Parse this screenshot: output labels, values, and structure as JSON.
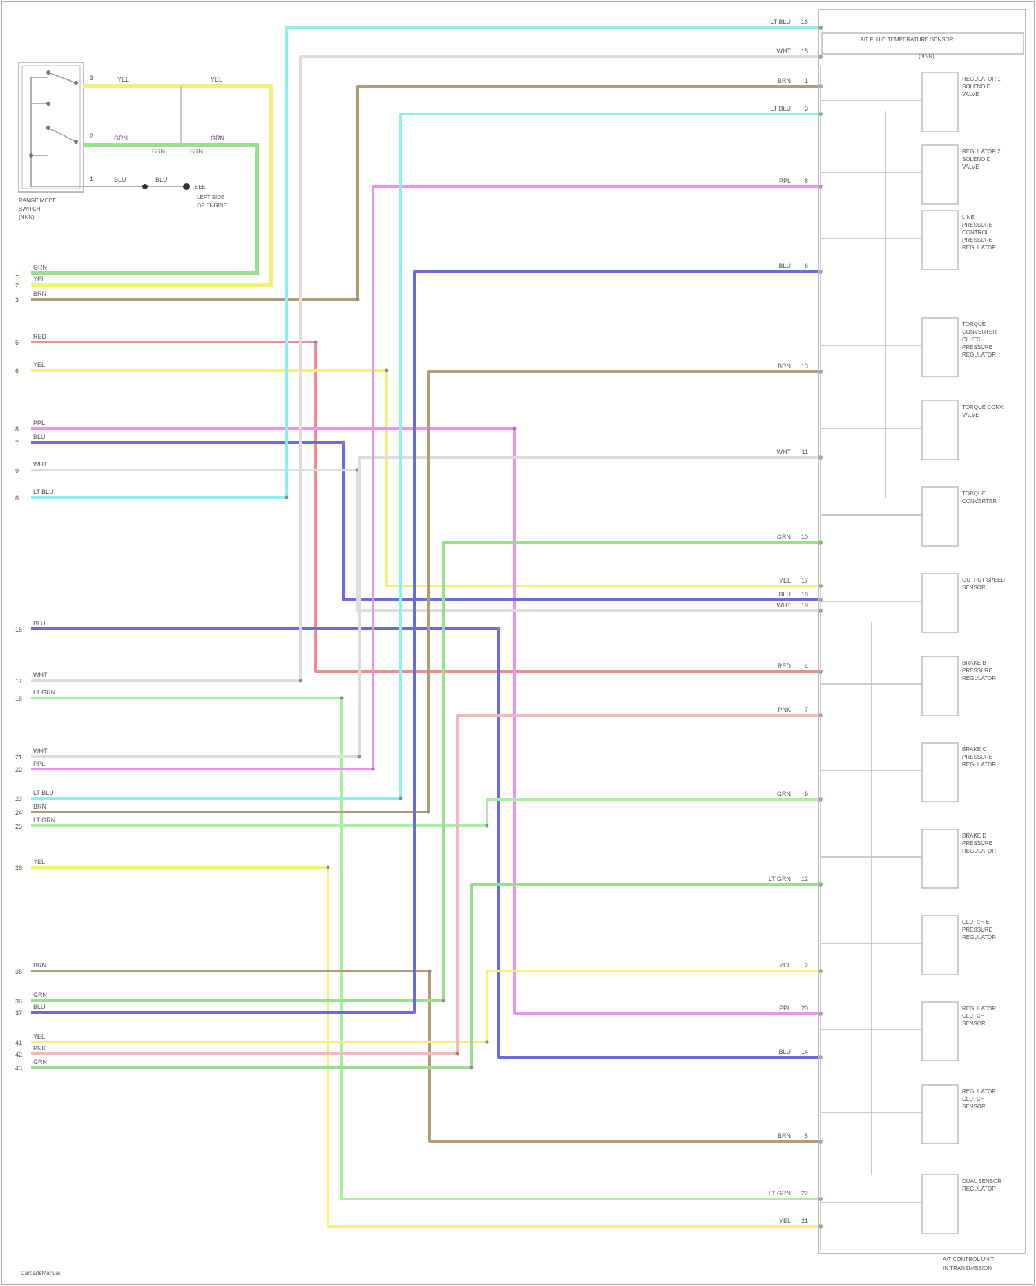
{
  "title": "",
  "colors": {
    "GRN": "#99e08c",
    "YEL": "#f5f078",
    "BRN": "#b49b78",
    "RED": "#f08c8c",
    "PPL": "#f090f0",
    "BLU": "#6a6ae8",
    "LTBLU": "#8cf0f0",
    "WHT": "#dddddd",
    "LTGRN": "#a8f0a0",
    "PNK": "#f4b8c0",
    "frame": "#bbbbbb",
    "text": "#555555"
  },
  "mode_switch": {
    "label": [
      "RANGE MODE",
      "SWITCH",
      "(NNN)"
    ],
    "terminals": [
      "3",
      "2",
      "1"
    ],
    "top_wire": "YEL",
    "mid_wire": "GRN",
    "bottom_wire": "BLU",
    "mid_label_2": "BRN",
    "splice_label": "SEE",
    "splice_label2": "LEFT SIDE",
    "splice_label3": "OF ENGINE"
  },
  "left_pins": [
    {
      "pin": "1",
      "wire": "GRN",
      "color": "GRN"
    },
    {
      "pin": "2",
      "wire": "YEL",
      "color": "YEL"
    },
    {
      "pin": "3",
      "wire": "BRN",
      "color": "BRN"
    },
    {
      "pin": "5",
      "wire": "RED",
      "color": "RED"
    },
    {
      "pin": "6",
      "wire": "YEL",
      "color": "YEL"
    },
    {
      "pin": "8",
      "wire": "PPL",
      "color": "PPL"
    },
    {
      "pin": "7",
      "wire": "BLU",
      "color": "BLU"
    },
    {
      "pin": "9",
      "wire": "WHT",
      "color": "WHT"
    },
    {
      "pin": "8",
      "wire": "LT BLU",
      "color": "LTBLU"
    },
    {
      "pin": "15",
      "wire": "BLU",
      "color": "BLU"
    },
    {
      "pin": "17",
      "wire": "WHT",
      "color": "WHT"
    },
    {
      "pin": "18",
      "wire": "LT GRN",
      "color": "LTGRN"
    },
    {
      "pin": "21",
      "wire": "WHT",
      "color": "WHT"
    },
    {
      "pin": "22",
      "wire": "PPL",
      "color": "PPL"
    },
    {
      "pin": "23",
      "wire": "LT BLU",
      "color": "LTBLU"
    },
    {
      "pin": "24",
      "wire": "BRN",
      "color": "BRN"
    },
    {
      "pin": "25",
      "wire": "LT GRN",
      "color": "LTGRN"
    },
    {
      "pin": "28",
      "wire": "YEL",
      "color": "YEL"
    },
    {
      "pin": "35",
      "wire": "BRN",
      "color": "BRN"
    },
    {
      "pin": "36",
      "wire": "GRN",
      "color": "GRN"
    },
    {
      "pin": "37",
      "wire": "BLU",
      "color": "BLU"
    },
    {
      "pin": "41",
      "wire": "YEL",
      "color": "YEL"
    },
    {
      "pin": "42",
      "wire": "PNK",
      "color": "PNK"
    },
    {
      "pin": "43",
      "wire": "GRN",
      "color": "GRN"
    }
  ],
  "right_pins": [
    {
      "pin": "16",
      "wire": "LT BLU",
      "color": "LTBLU"
    },
    {
      "pin": "15",
      "wire": "WHT",
      "color": "WHT"
    },
    {
      "pin": "1",
      "wire": "BRN",
      "color": "BRN"
    },
    {
      "pin": "3",
      "wire": "LT BLU",
      "color": "LTBLU"
    },
    {
      "pin": "8",
      "wire": "PPL",
      "color": "PPL"
    },
    {
      "pin": "6",
      "wire": "BLU",
      "color": "BLU"
    },
    {
      "pin": "13",
      "wire": "BRN",
      "color": "BRN"
    },
    {
      "pin": "11",
      "wire": "WHT",
      "color": "WHT"
    },
    {
      "pin": "10",
      "wire": "GRN",
      "color": "GRN"
    },
    {
      "pin": "17",
      "wire": "YEL",
      "color": "YEL"
    },
    {
      "pin": "18",
      "wire": "BLU",
      "color": "BLU"
    },
    {
      "pin": "19",
      "wire": "WHT",
      "color": "WHT"
    },
    {
      "pin": "4",
      "wire": "RED",
      "color": "RED"
    },
    {
      "pin": "7",
      "wire": "PNK",
      "color": "PNK"
    },
    {
      "pin": "9",
      "wire": "GRN",
      "color": "GRN"
    },
    {
      "pin": "12",
      "wire": "LT GRN",
      "color": "LTGRN"
    },
    {
      "pin": "2",
      "wire": "YEL",
      "color": "YEL"
    },
    {
      "pin": "20",
      "wire": "PPL",
      "color": "PPL"
    },
    {
      "pin": "14",
      "wire": "BLU",
      "color": "BLU"
    },
    {
      "pin": "5",
      "wire": "BRN",
      "color": "BRN"
    },
    {
      "pin": "22",
      "wire": "LT GRN",
      "color": "LTGRN"
    },
    {
      "pin": "21",
      "wire": "YEL",
      "color": "YEL"
    }
  ],
  "valve_body": {
    "header": "A/T FLUID TEMPERATURE SENSOR",
    "sub_label": "(NNN)",
    "components": [
      "REGULATOR 1 SOLENOID VALVE",
      "REGULATOR 2 SOLENOID VALVE",
      "LINE PRESSURE CONTROL PRESSURE REGULATOR",
      "TORQUE CONVERTER CLUTCH PRESSURE REGULATOR",
      "TORQUE CONV. VALVE",
      "TORQUE CONVERTER",
      "OUTPUT SPEED SENSOR",
      "BRAKE B PRESSURE REGULATOR",
      "BRAKE C PRESSURE REGULATOR",
      "BRAKE D PRESSURE REGULATOR",
      "CLUTCH E PRESSURE REGULATOR",
      "REGULATOR CLUTCH SENSOR",
      "REGULATOR CLUTCH SENSOR",
      "DUAL SENSOR REGULATOR"
    ],
    "footer": [
      "A/T CONTROL UNIT",
      "IN TRANSMISSION"
    ]
  },
  "watermark": "CarpartsManual"
}
